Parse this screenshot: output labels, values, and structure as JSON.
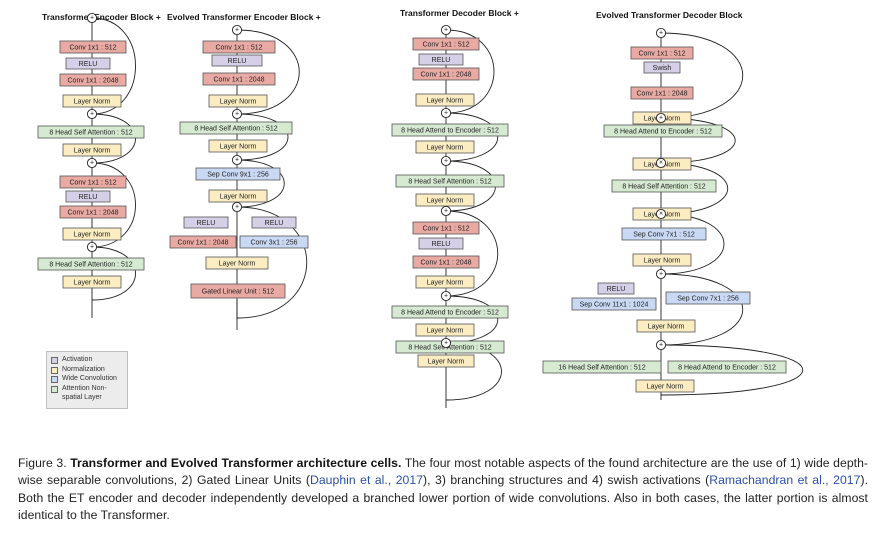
{
  "colors": {
    "activation": "#d5d0e8",
    "normalization": "#fbecc1",
    "wide_conv": "#c9d9f4",
    "attention": "#d6ead2",
    "spatial": "#e9aaa4",
    "citation": "#2a4fa8"
  },
  "titles": [
    "Transformer Encoder Block +",
    "Evolved Transformer Encoder Block +",
    "Transformer Decoder Block +",
    "Evolved Transformer Decoder Block"
  ],
  "labels": {
    "conv_2048": "Conv 1x1 : 2048",
    "conv_512": "Conv 1x1 : 512",
    "relu": "RELU",
    "swish": "Swish",
    "layer_norm": "Layer Norm",
    "head8_self": "8 Head Self Attention : 512",
    "head8_enc": "8 Head Attend to Encoder : 512",
    "head16_self": "16 Head Self Attention : 512",
    "sep_9x1": "Sep Conv 9x1 : 256",
    "sep_7x1_512": "Sep Conv 7x1 : 512",
    "sep_7x1_256": "Sep Conv 7x1 : 256",
    "sep_11x1": "Sep Conv 11x1 : 1024",
    "conv_3x1": "Conv 3x1 : 256",
    "glu": "Gated Linear Unit : 512"
  },
  "ops": {
    "add": "+",
    "mul": "×"
  },
  "legend": [
    {
      "label": "Activation",
      "color": "#d5d0e8"
    },
    {
      "label": "Normalization",
      "color": "#fbecc1"
    },
    {
      "label": "Wide Convolution",
      "color": "#c9d9f4"
    },
    {
      "label": "Attention Non-spatial Layer",
      "color": "#d6ead2"
    }
  ],
  "caption": {
    "figure": "Figure 3.",
    "title": "Transformer and Evolved Transformer architecture cells.",
    "t1": " The four most notable aspects of the found architecture are the use of 1) wide depth-wise separable convolutions, 2) Gated Linear Units (",
    "c1": "Dauphin et al., 2017",
    "t2": "), 3) branching structures and 4) swish activations (",
    "c2": "Ramachandran et al., 2017",
    "t3": "). Both the ET encoder and decoder independently developed a branched lower portion of wide convolutions. Also in both cases, the latter portion is almost identical to the Transformer."
  }
}
